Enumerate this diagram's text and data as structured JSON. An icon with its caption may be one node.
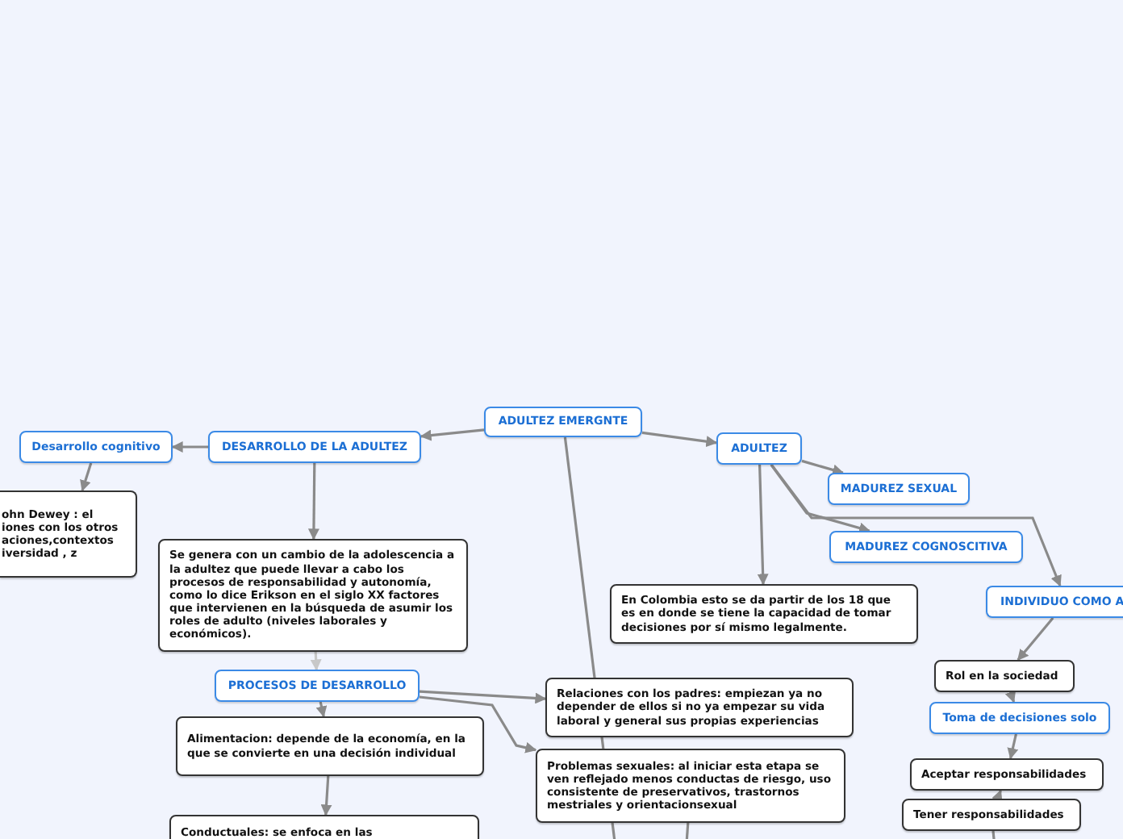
{
  "diagram": {
    "nodes": [
      {
        "text": [
          "ADULTEZ EMERGNTE"
        ]
      },
      {
        "text": [
          "DESARROLLO DE LA ADULTEZ"
        ]
      },
      {
        "text": [
          "Desarrollo cognitivo"
        ]
      },
      {
        "text": [
          "ohn Dewey : el iones con los otros aciones,contextos iversidad , z"
        ]
      },
      {
        "text": [
          "Se genera con un cambio de la adolescencia a la adultez que puede llevar a cabo los procesos de responsabilidad y autonomía, como lo dice Erikson en el siglo XX factores que intervienen en la búsqueda de asumir los roles de adulto (niveles laborales y económicos)."
        ]
      },
      {
        "text": [
          "PROCESOS DE DESARROLLO"
        ]
      },
      {
        "text": [
          "Alimentacion: depende de la economía, en la que se convierte en una decisión individual"
        ]
      },
      {
        "text": [
          "Conductuales:  se enfoca en las"
        ]
      },
      {
        "text": [
          "Relaciones con los padres:  empiezan ya no depender de ellos si no ya empezar su vida laboral  y general sus propias experiencias"
        ]
      },
      {
        "text": [
          "Problemas sexuales: al iniciar esta etapa se ven reflejado menos conductas de riesgo, uso consistente de preservativos, trastornos mestriales y orientacionsexual"
        ]
      },
      {
        "text": [
          "ADULTEZ"
        ]
      },
      {
        "text": [
          "MADUREZ SEXUAL"
        ]
      },
      {
        "text": [
          "MADUREZ COGNOSCITIVA"
        ]
      },
      {
        "text": [
          "En Colombia esto se da partir de los 18 que es en donde se tiene la capacidad de tomar decisiones por sí mismo legalmente."
        ]
      },
      {
        "text": [
          "INDIVIDUO COMO A"
        ]
      },
      {
        "text": [
          "Rol en la sociedad"
        ]
      },
      {
        "text": [
          "Toma de decisiones solo"
        ]
      },
      {
        "text": [
          "Aceptar responsabilidades"
        ]
      },
      {
        "text": [
          "Tener responsabilidades"
        ]
      }
    ],
    "edges": [
      {
        "from": 0,
        "to": 1,
        "arrow": "to"
      },
      {
        "from": 0,
        "to": 10,
        "arrow": "to"
      },
      {
        "from": 0,
        "to": null,
        "arrow": "none"
      },
      {
        "from": 1,
        "to": 2,
        "arrow": "to"
      },
      {
        "from": 2,
        "to": 3,
        "arrow": "to"
      },
      {
        "from": 1,
        "to": 4,
        "arrow": "to"
      },
      {
        "from": 4,
        "to": 5,
        "arrow": "to",
        "color": "#c8c8c8"
      },
      {
        "from": 5,
        "to": 6,
        "arrow": "to"
      },
      {
        "from": 5,
        "to": 8,
        "arrow": "to"
      },
      {
        "from": 5,
        "to": 9,
        "arrow": "to"
      },
      {
        "from": 6,
        "to": 7,
        "arrow": "to"
      },
      {
        "from": 9,
        "to": null,
        "arrow": "none"
      },
      {
        "from": 10,
        "to": 11,
        "arrow": "to"
      },
      {
        "from": 10,
        "to": 12,
        "arrow": "to"
      },
      {
        "from": 10,
        "to": 14,
        "arrow": "to"
      },
      {
        "from": 10,
        "to": 13,
        "arrow": "to"
      },
      {
        "from": 14,
        "to": 15,
        "arrow": "to"
      },
      {
        "from": 15,
        "to": 16,
        "arrow": "to"
      },
      {
        "from": 16,
        "to": 17,
        "arrow": "to"
      },
      {
        "from": 18,
        "to": 17,
        "arrow": "to"
      },
      {
        "from": 18,
        "to": null,
        "arrow": "none"
      }
    ]
  }
}
